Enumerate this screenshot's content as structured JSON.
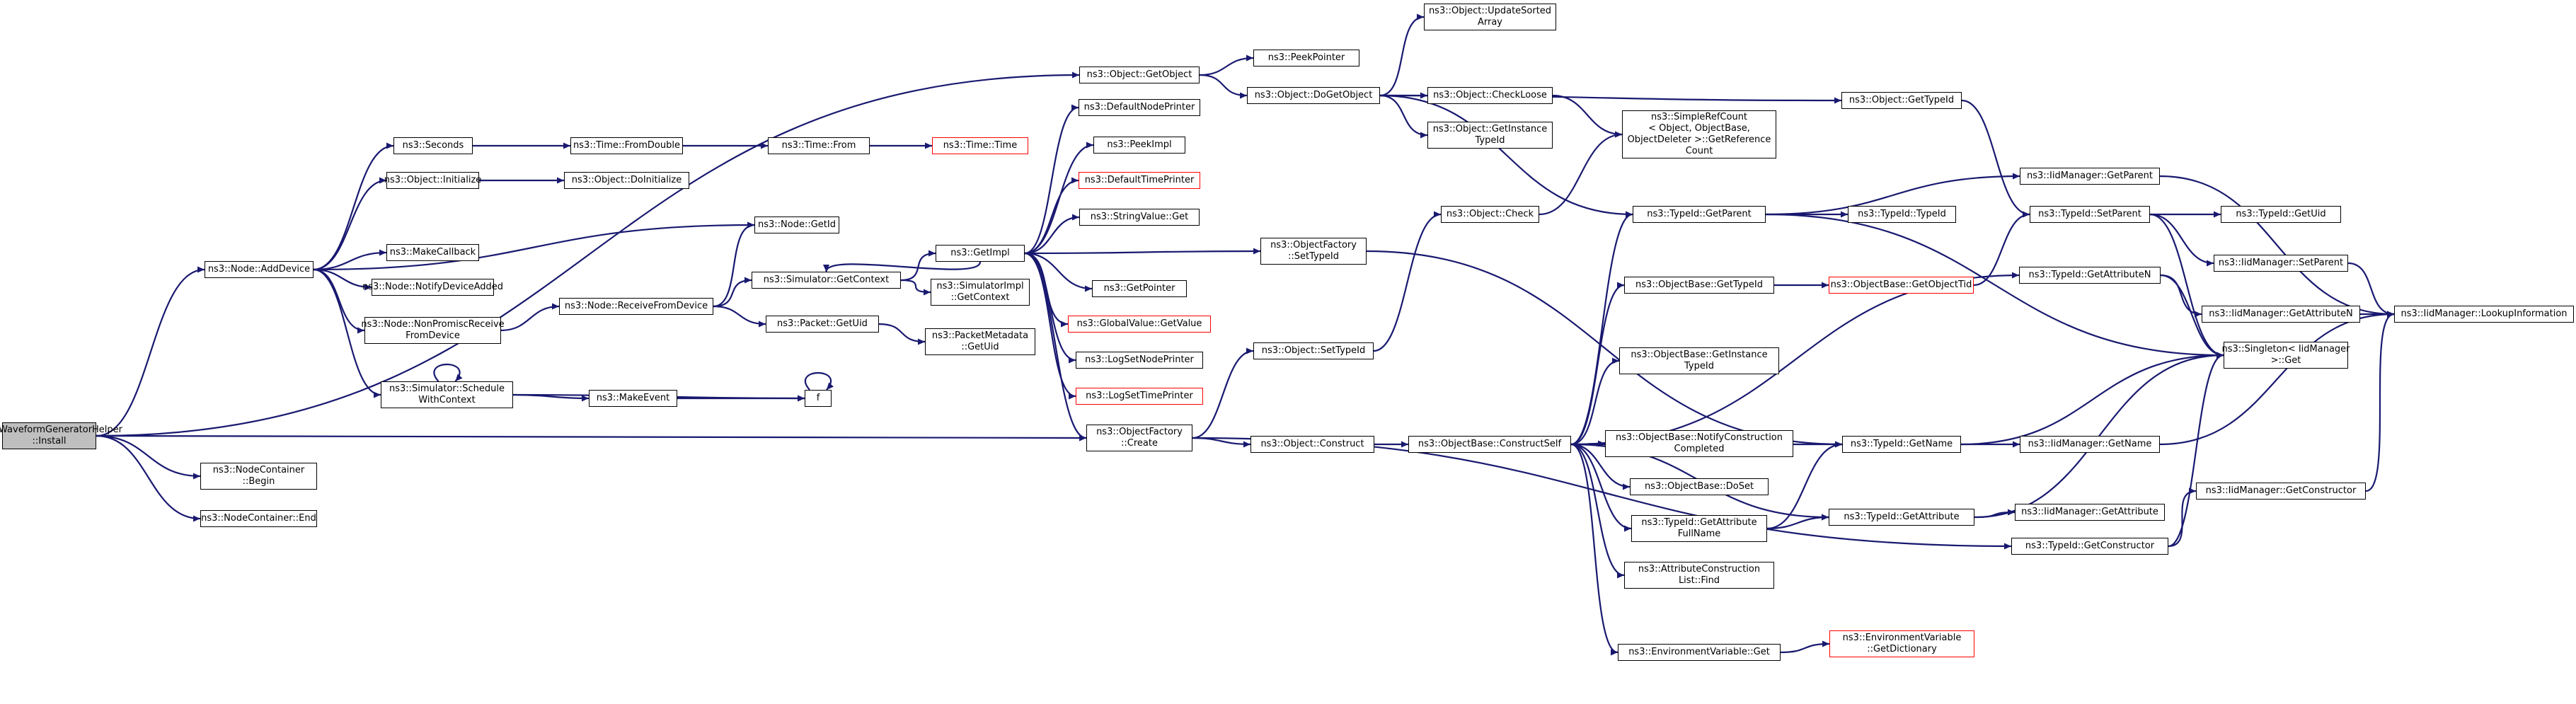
{
  "colors": {
    "edge": "#191970",
    "node_border": "#000000",
    "node_border_truncated": "#ff0000",
    "root_fill": "#bfbfbf",
    "background": "#ffffff"
  },
  "nodes": {
    "waveform_install": [
      "ns3::WaveformGeneratorHelper",
      "::Install"
    ],
    "nc_begin": [
      "ns3::NodeContainer",
      "::Begin"
    ],
    "nc_end": [
      "ns3::NodeContainer::End"
    ],
    "add_device": [
      "ns3::Node::AddDevice"
    ],
    "obj_getobject": [
      "ns3::Object::GetObject"
    ],
    "seconds": [
      "ns3::Seconds"
    ],
    "obj_initialize": [
      "ns3::Object::Initialize"
    ],
    "make_callback": [
      "ns3::MakeCallback"
    ],
    "notify_device_added": [
      "ns3::Node::NotifyDeviceAdded"
    ],
    "nonpromisc": [
      "ns3::Node::NonPromiscReceive",
      "FromDevice"
    ],
    "schedule_ctx": [
      "ns3::Simulator::Schedule",
      "WithContext"
    ],
    "time_fromdouble": [
      "ns3::Time::FromDouble"
    ],
    "obj_doinitialize": [
      "ns3::Object::DoInitialize"
    ],
    "node_getid": [
      "ns3::Node::GetId"
    ],
    "receive_from_device": [
      "ns3::Node::ReceiveFromDevice"
    ],
    "make_event": [
      "ns3::MakeEvent"
    ],
    "f": [
      "f"
    ],
    "objfactory_create": [
      "ns3::ObjectFactory",
      "::Create"
    ],
    "time_from": [
      "ns3::Time::From"
    ],
    "time_time": [
      "ns3::Time::Time"
    ],
    "sim_getcontext": [
      "ns3::Simulator::GetContext"
    ],
    "packet_getuid": [
      "ns3::Packet::GetUid"
    ],
    "getimpl": [
      "ns3::GetImpl"
    ],
    "default_node_printer": [
      "ns3::DefaultNodePrinter"
    ],
    "peekimpl": [
      "ns3::PeekImpl"
    ],
    "default_time_printer": [
      "ns3::DefaultTimePrinter"
    ],
    "stringvalue_get": [
      "ns3::StringValue::Get"
    ],
    "simimpl_getcontext": [
      "ns3::SimulatorImpl",
      "::GetContext"
    ],
    "getpointer": [
      "ns3::GetPointer"
    ],
    "globalvalue_getvalue": [
      "ns3::GlobalValue::GetValue"
    ],
    "packetmeta_getuid": [
      "ns3::PacketMetadata",
      "::GetUid"
    ],
    "logset_node_printer": [
      "ns3::LogSetNodePrinter"
    ],
    "logset_time_printer": [
      "ns3::LogSetTimePrinter"
    ],
    "peekpointer": [
      "ns3::PeekPointer"
    ],
    "obj_dogetobject": [
      "ns3::Object::DoGetObject"
    ],
    "objfactory_settypeid": [
      "ns3::ObjectFactory",
      "::SetTypeId"
    ],
    "obj_settypeid": [
      "ns3::Object::SetTypeId"
    ],
    "obj_construct": [
      "ns3::Object::Construct"
    ],
    "obj_update_sorted": [
      "ns3::Object::UpdateSorted",
      "Array"
    ],
    "obj_checkloose": [
      "ns3::Object::CheckLoose"
    ],
    "obj_getinstance_typeid": [
      "ns3::Object::GetInstance",
      "TypeId"
    ],
    "obj_check": [
      "ns3::Object::Check"
    ],
    "objbase_constructself": [
      "ns3::ObjectBase::ConstructSelf"
    ],
    "simple_refcount": [
      "ns3::SimpleRefCount",
      "< Object, ObjectBase,",
      "ObjectDeleter >::GetReference",
      "Count"
    ],
    "objbase_gettypeid": [
      "ns3::ObjectBase::GetTypeId"
    ],
    "objbase_getinstance_typeid": [
      "ns3::ObjectBase::GetInstance",
      "TypeId"
    ],
    "objbase_notify": [
      "ns3::ObjectBase::NotifyConstruction",
      "Completed"
    ],
    "objbase_doset": [
      "ns3::ObjectBase::DoSet"
    ],
    "typeid_getattr_fullname": [
      "ns3::TypeId::GetAttribute",
      "FullName"
    ],
    "attr_construction_find": [
      "ns3::AttributeConstruction",
      "List::Find"
    ],
    "envvar_get": [
      "ns3::EnvironmentVariable::Get"
    ],
    "obj_gettypeid": [
      "ns3::Object::GetTypeId"
    ],
    "typeid_getparent": [
      "ns3::TypeId::GetParent"
    ],
    "typeid_typeid": [
      "ns3::TypeId::TypeId"
    ],
    "objbase_getobjecttid": [
      "ns3::ObjectBase::GetObjectTid"
    ],
    "typeid_getname": [
      "ns3::TypeId::GetName"
    ],
    "typeid_getattribute": [
      "ns3::TypeId::GetAttribute"
    ],
    "envvar_getdictionary": [
      "ns3::EnvironmentVariable",
      "::GetDictionary"
    ],
    "iidm_getparent": [
      "ns3::IidManager::GetParent"
    ],
    "typeid_setparent": [
      "ns3::TypeId::SetParent"
    ],
    "typeid_getattributen": [
      "ns3::TypeId::GetAttributeN"
    ],
    "iidm_getname": [
      "ns3::IidManager::GetName"
    ],
    "iidm_getattribute": [
      "ns3::IidManager::GetAttribute"
    ],
    "typeid_getconstructor": [
      "ns3::TypeId::GetConstructor"
    ],
    "typeid_getuid": [
      "ns3::TypeId::GetUid"
    ],
    "iidm_setparent": [
      "ns3::IidManager::SetParent"
    ],
    "iidm_getattributen": [
      "ns3::IidManager::GetAttributeN"
    ],
    "singleton_get": [
      "ns3::Singleton< IidManager",
      ">::Get"
    ],
    "iidm_getconstructor": [
      "ns3::IidManager::GetConstructor"
    ],
    "iidm_lookup": [
      "ns3::IidManager::LookupInformation"
    ]
  }
}
